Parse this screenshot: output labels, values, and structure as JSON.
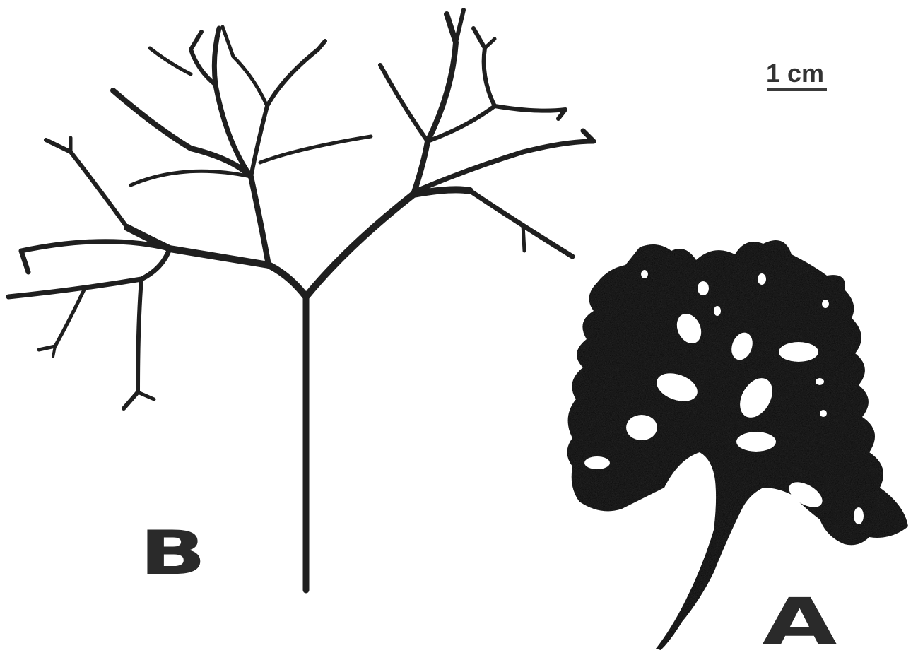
{
  "figure": {
    "scale_label": "1 cm",
    "panel_b_label": "B",
    "panel_a_label": "A",
    "ink_color": "#1f1f1f",
    "paper_color": "#ffffff"
  }
}
